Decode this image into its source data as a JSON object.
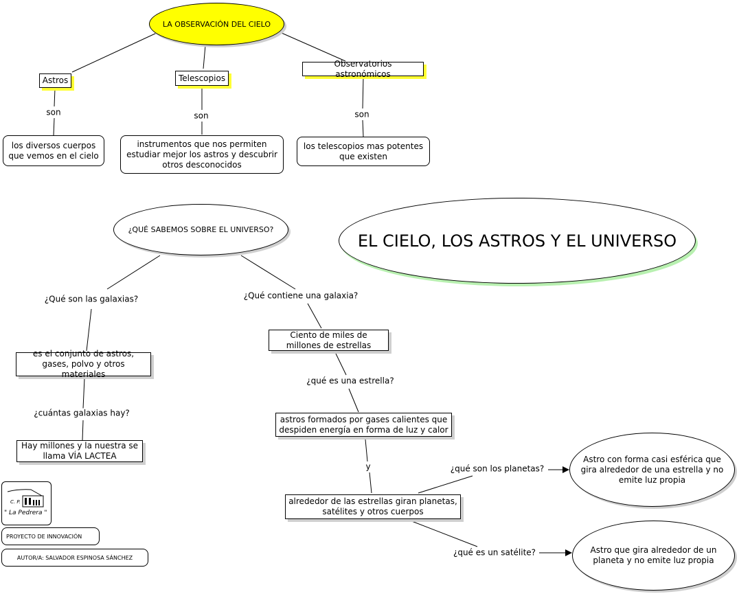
{
  "title": "EL CIELO, LOS ASTROS Y EL UNIVERSO",
  "top_map": {
    "root": "LA OBSERVACIÓN DEL CIELO",
    "branches": [
      {
        "concept": "Astros",
        "link": "son",
        "definition": "los diversos cuerpos que vemos en el cielo"
      },
      {
        "concept": "Telescopios",
        "link": "son",
        "definition": "instrumentos que nos permiten estudiar mejor los astros y descubrir otros desconocidos"
      },
      {
        "concept": "Observatorios astronómicos",
        "link": "son",
        "definition": "los telescopios mas potentes que existen"
      }
    ]
  },
  "universe_map": {
    "root": "¿QUÉ SABEMOS SOBRE EL UNIVERSO?",
    "left": {
      "q1": "¿Qué son las galaxias?",
      "a1": "es el conjunto de astros, gases, polvo y otros materiales",
      "q2": "¿cuántas galaxias hay?",
      "a2": "Hay millones y la nuestra se llama VÍA LACTEA"
    },
    "right": {
      "q1": "¿Qué contiene una galaxia?",
      "a1": "Ciento de miles de millones de estrellas",
      "q2": "¿qué es una estrella?",
      "a2": "astros formados por gases calientes que despiden energía en forma de luz y calor",
      "link3": "y",
      "a3": "alrededor de las estrellas giran planetas, satélites y otros cuerpos",
      "q4": "¿qué son los planetas?",
      "a4": "Astro con forma casi esférica que gira alrededor de una estrella y no emite luz propia",
      "q5": "¿qué es un satélite?",
      "a5": "Astro que gira alrededor de un planeta y no emite luz propia"
    }
  },
  "footer": {
    "logo_line1": "C. P.",
    "logo_line2": "\" La Pedrera \"",
    "project": "PROYECTO DE INNOVACIÓN",
    "author": "AUTOR/A: SALVADOR ESPINOSA SÁNCHEZ"
  }
}
